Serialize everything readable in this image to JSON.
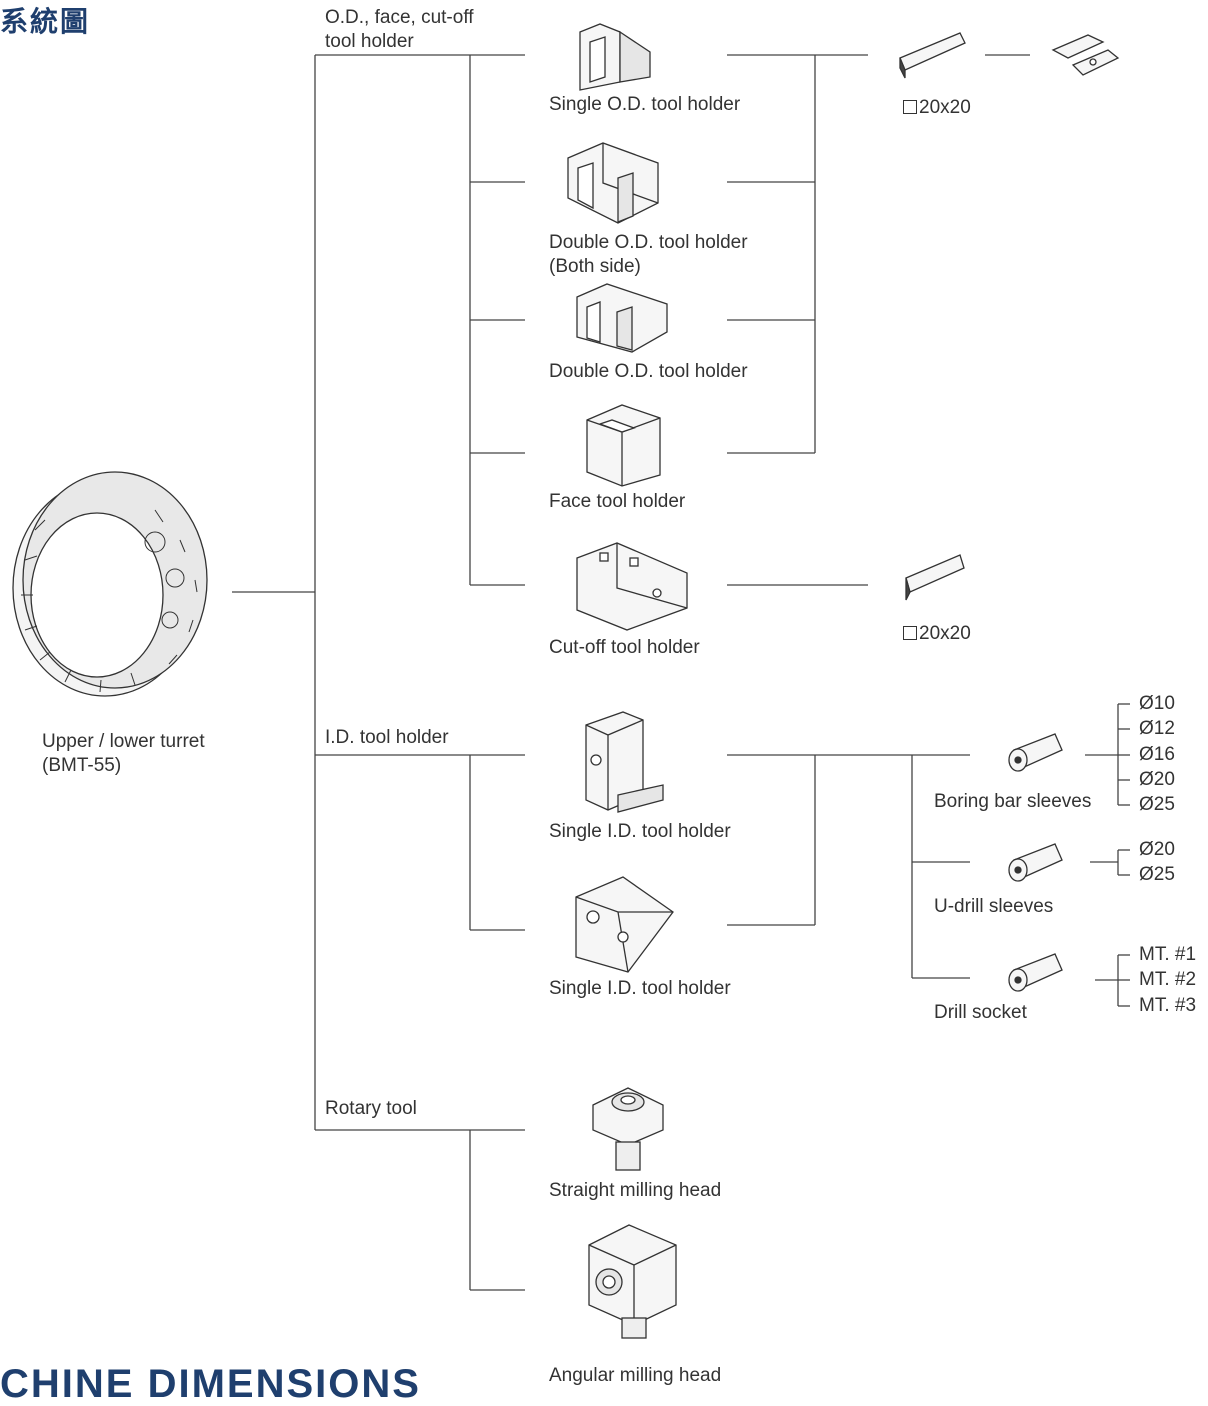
{
  "header": {
    "title_cn": "系統圖",
    "title_en": "CHINE DIMENSIONS"
  },
  "turret": {
    "line1": "Upper / lower turret",
    "line2": "(BMT-55)"
  },
  "groups": {
    "od": {
      "line1": "O.D., face, cut-off",
      "line2": "tool holder"
    },
    "id": "I.D. tool holder",
    "rotary": "Rotary tool"
  },
  "holders": {
    "single_od": "Single O.D. tool holder",
    "double_od_both_1": "Double O.D. tool holder",
    "double_od_both_2": "(Both side)",
    "double_od": "Double O.D. tool holder",
    "face": "Face tool holder",
    "cutoff": "Cut-off tool holder",
    "single_id_1": "Single I.D. tool holder",
    "single_id_2": "Single I.D. tool holder",
    "straight_mill": "Straight milling head",
    "angular_mill": "Angular milling head"
  },
  "shank_sizes": {
    "od": "20x20",
    "cutoff": "20x20"
  },
  "sleeves": {
    "boring": "Boring bar sleeves",
    "udrill": "U-drill sleeves",
    "drill": "Drill socket"
  },
  "boring_dia": [
    "Ø10",
    "Ø12",
    "Ø16",
    "Ø20",
    "Ø25"
  ],
  "udrill_dia": [
    "Ø20",
    "Ø25"
  ],
  "drill_mt": [
    "MT. #1",
    "MT. #2",
    "MT. #3"
  ]
}
